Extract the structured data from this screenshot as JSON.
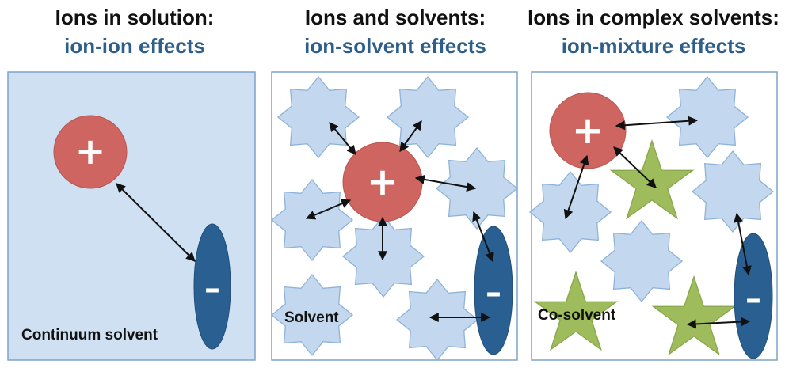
{
  "panels": [
    {
      "title": "Ions in solution:",
      "subtitle": "ion-ion effects",
      "label": "Continuum solvent"
    },
    {
      "title": "Ions and solvents:",
      "subtitle": "ion-solvent effects",
      "label": "Solvent"
    },
    {
      "title": "Ions in complex solvents:",
      "subtitle": "ion-mixture effects",
      "label": "Co-solvent"
    }
  ],
  "symbols": {
    "cation": "+",
    "anion": "–"
  },
  "colors": {
    "panel_fill_1": "#cfe0f2",
    "panel_border": "#7fa3c9",
    "solvent_fill": "#c3d8ee",
    "solvent_stroke": "#8fb3d8",
    "cation": "#cf6560",
    "anion": "#2a5f91",
    "cosolvent_fill": "#9fbc5c",
    "cosolvent_stroke": "#88a64c",
    "title_text": "#111111",
    "subtitle_text": "#2e5f8a"
  }
}
